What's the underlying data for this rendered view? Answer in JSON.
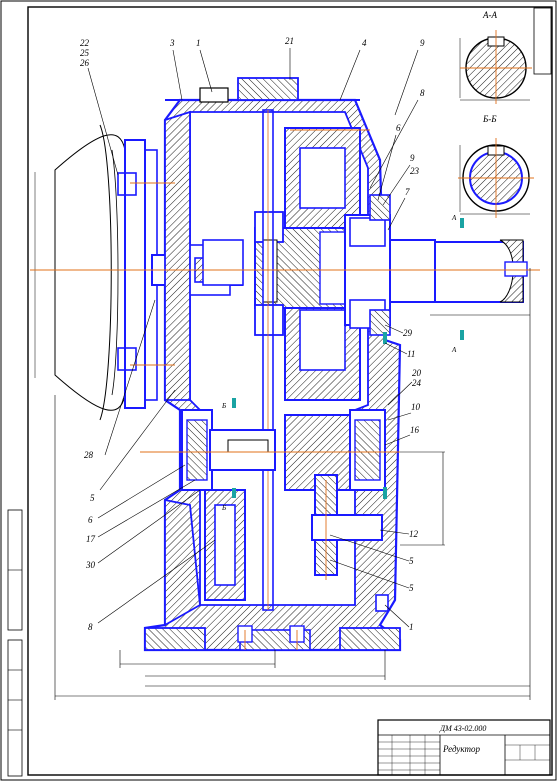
{
  "drawing": {
    "doc_code": "ДМ 43-02.000",
    "title": "Редуктор",
    "section_aa": "А-А",
    "section_bb": "Б-Б",
    "section_marker": "А",
    "section_marker_b": "Б"
  },
  "callouts": [
    {
      "id": "c22",
      "text": "22"
    },
    {
      "id": "c25",
      "text": "25"
    },
    {
      "id": "c26",
      "text": "26"
    },
    {
      "id": "c3",
      "text": "3"
    },
    {
      "id": "c1",
      "text": "1"
    },
    {
      "id": "c21",
      "text": "21"
    },
    {
      "id": "c4",
      "text": "4"
    },
    {
      "id": "c9",
      "text": "9"
    },
    {
      "id": "c8",
      "text": "8"
    },
    {
      "id": "c6",
      "text": "6"
    },
    {
      "id": "c9b",
      "text": "9"
    },
    {
      "id": "c23",
      "text": "23"
    },
    {
      "id": "c7",
      "text": "7"
    },
    {
      "id": "c29",
      "text": "29"
    },
    {
      "id": "c11",
      "text": "11"
    },
    {
      "id": "c20",
      "text": "20"
    },
    {
      "id": "c24",
      "text": "24"
    },
    {
      "id": "c10",
      "text": "10"
    },
    {
      "id": "c16",
      "text": "16"
    },
    {
      "id": "c28",
      "text": "28"
    },
    {
      "id": "c5",
      "text": "5"
    },
    {
      "id": "c6b",
      "text": "6"
    },
    {
      "id": "c17",
      "text": "17"
    },
    {
      "id": "c30",
      "text": "30"
    },
    {
      "id": "c8b",
      "text": "8"
    },
    {
      "id": "c12",
      "text": "12"
    },
    {
      "id": "c5b",
      "text": "5"
    },
    {
      "id": "c5c",
      "text": "5"
    },
    {
      "id": "c1b",
      "text": "1"
    }
  ]
}
